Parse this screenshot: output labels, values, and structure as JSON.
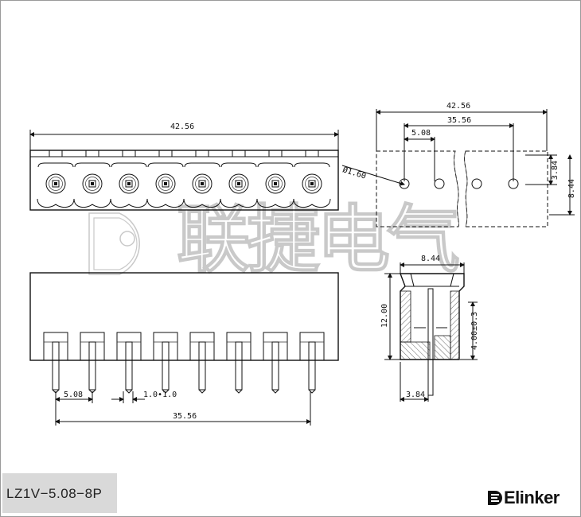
{
  "watermark": {
    "text": "联捷电气"
  },
  "front_view": {
    "overall_width": "42.56"
  },
  "side_view": {
    "overall_width": "42.56",
    "pitch_span": "35.56",
    "pitch": "5.08",
    "hole_diameter": "Ø1.60",
    "hole_offset": "3.84",
    "height": "8.44"
  },
  "profile_view": {
    "depth": "8.44",
    "height": "12.00",
    "pin_length": "4.00±0.3",
    "pin_offset": "3.84"
  },
  "bottom_view": {
    "pitch": "5.08",
    "pin_size": "1.0•1.0",
    "pitch_span": "35.56"
  },
  "model": {
    "label": "LZ1V−5.08−8P"
  },
  "brand": {
    "name": "Elinker",
    "icon": "elinker-logo-icon"
  }
}
